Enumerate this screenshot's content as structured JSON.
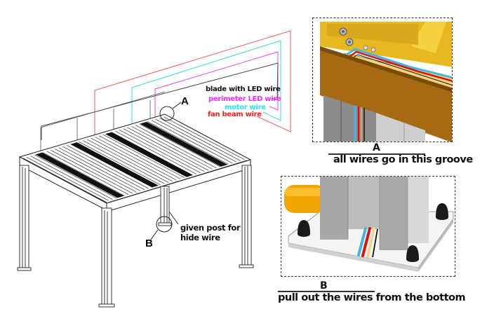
{
  "diagram": {
    "subject": "pergola wiring layout",
    "wire_labels": [
      {
        "text": "blade with LED wire",
        "color": "#111111"
      },
      {
        "text": "perimeter LED wire",
        "color": "#ff22ff"
      },
      {
        "text": "motor wire",
        "color": "#22e6ee"
      },
      {
        "text": "fan beam wire",
        "color": "#ff1a1a"
      }
    ],
    "callouts": {
      "a": "A",
      "b": "B"
    },
    "post_note": [
      "given post for",
      "hide wire"
    ],
    "details": {
      "a": {
        "letter": "A",
        "caption": "all wires go in this groove"
      },
      "b": {
        "letter": "B",
        "caption": "pull out the wires from the bottom"
      }
    },
    "wire_colors_in_detail": [
      "#3fb6e8",
      "#e01010",
      "#e8d890",
      "#111111"
    ],
    "colors": {
      "beam_gold": "#b8860b",
      "beam_face": "#a66a12",
      "post_grey": "#b9b9b9",
      "cap_black": "#1a1a1a",
      "pipe_orange": "#f0a500"
    }
  }
}
